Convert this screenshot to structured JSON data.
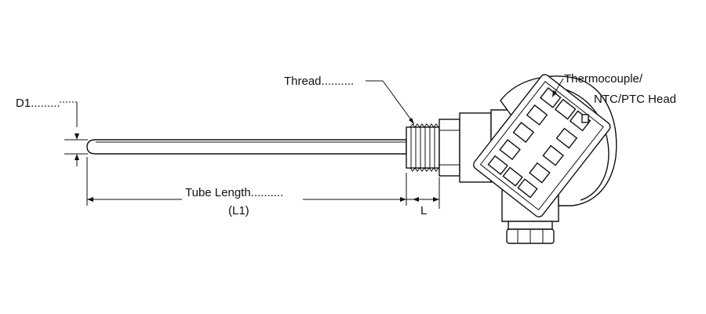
{
  "labels": {
    "d1": "D1.........",
    "thread": "Thread..........",
    "head_line1": "Thermocouple/",
    "head_line2": "NTC/PTC Head",
    "tube_length": "Tube Length..........",
    "l1": "(L1)",
    "l": "L"
  }
}
